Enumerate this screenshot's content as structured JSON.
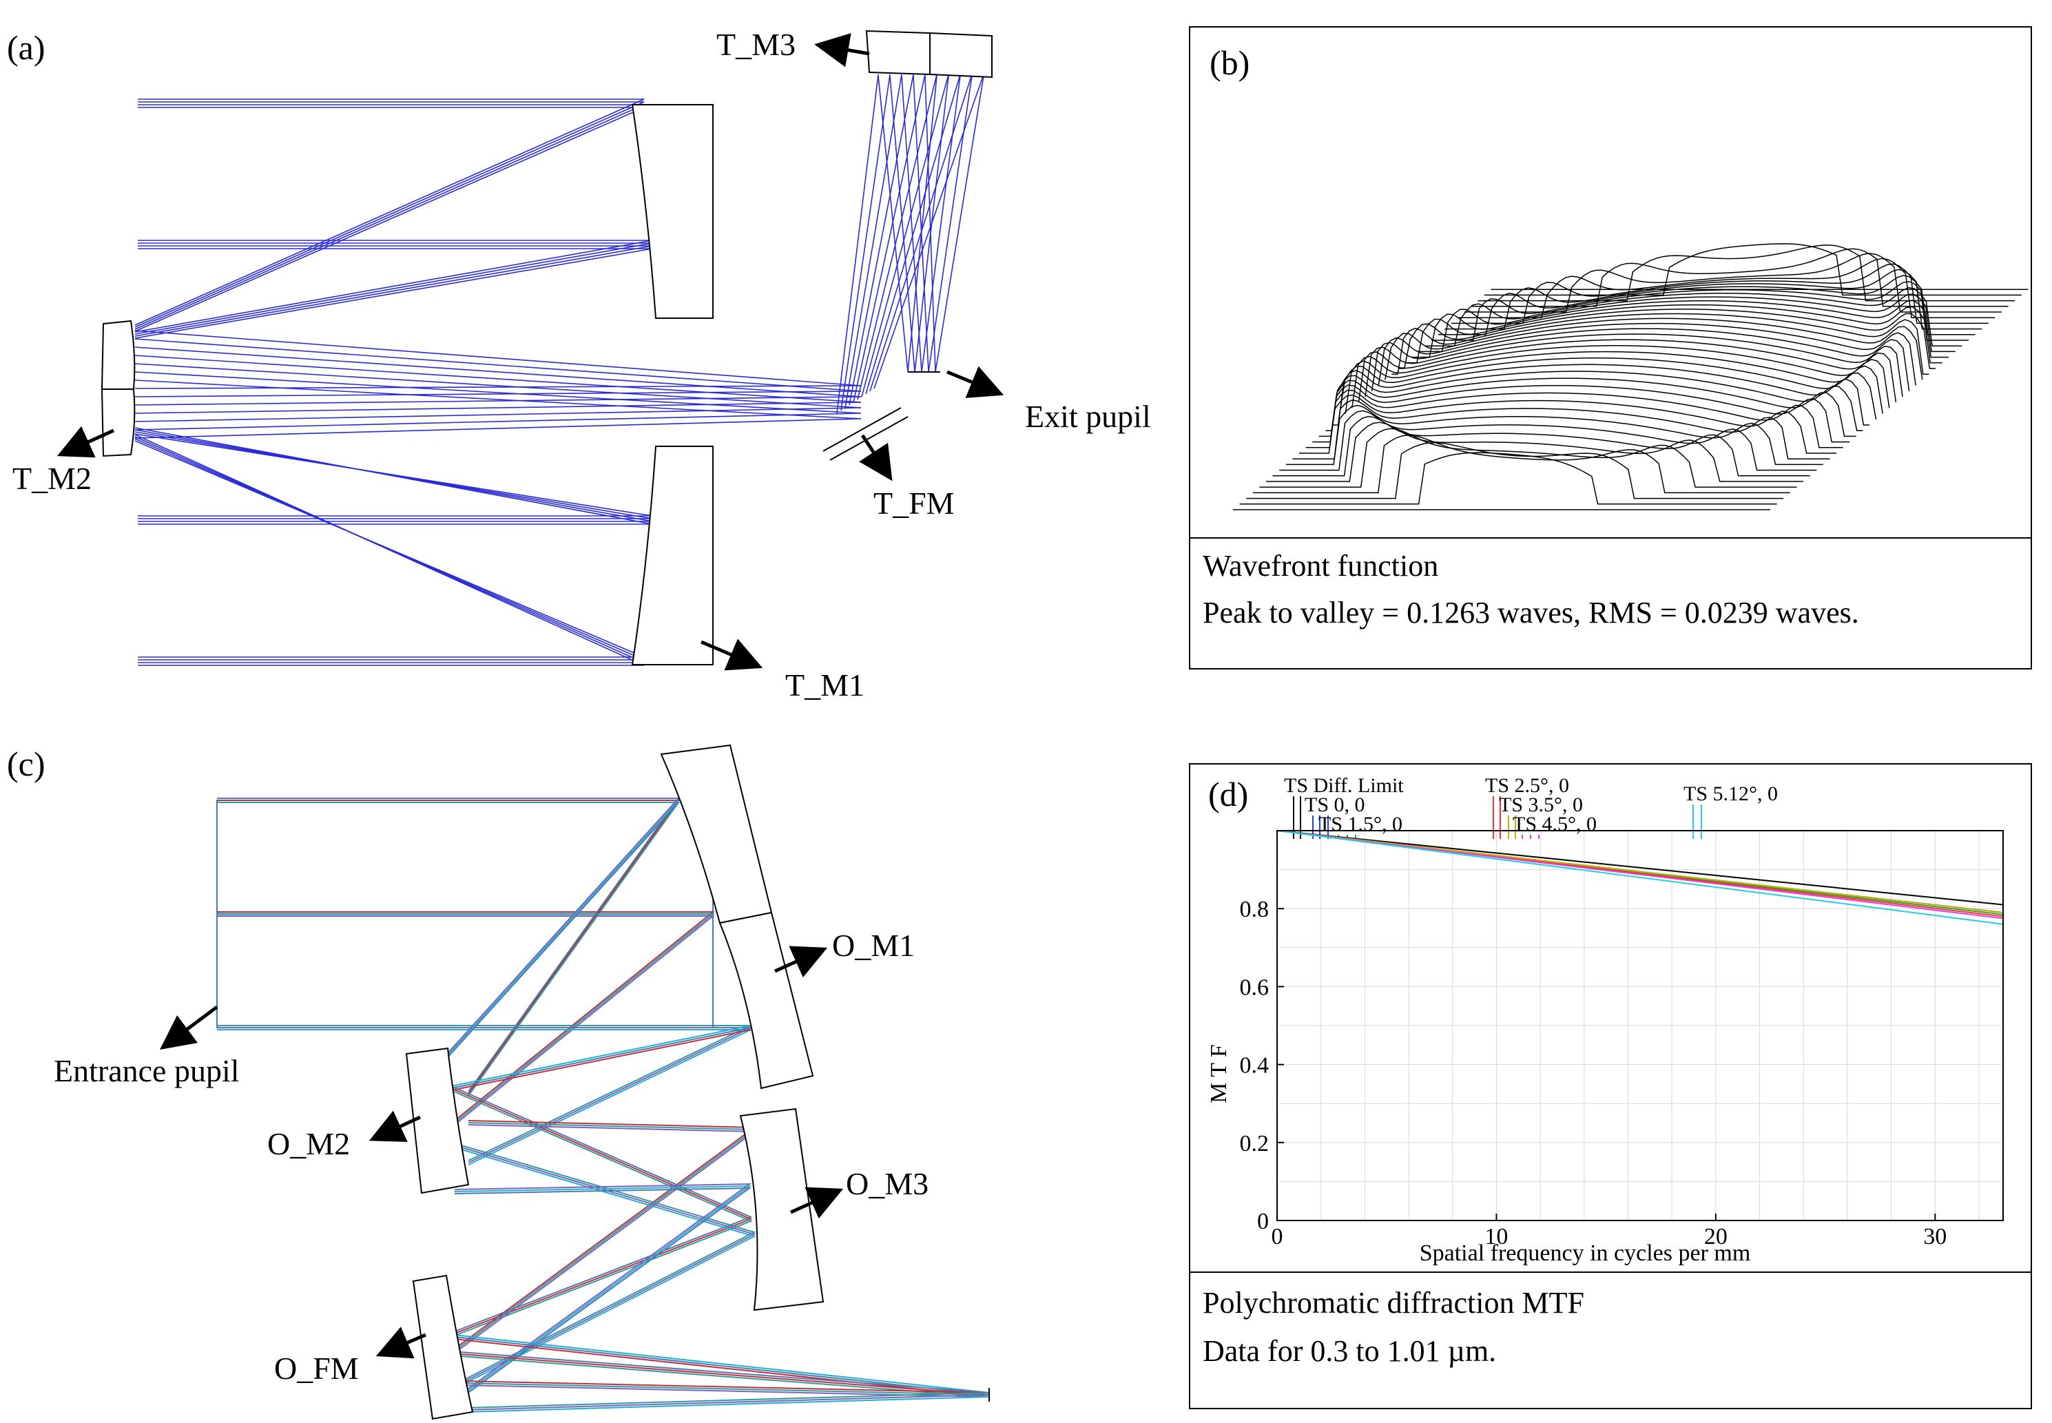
{
  "panel_a": {
    "label": "(a)",
    "components": [
      "T_M1",
      "T_M2",
      "T_M3",
      "T_FM",
      "Exit pupil"
    ]
  },
  "panel_b": {
    "label": "(b)",
    "caption_title": "Wavefront function",
    "caption_stats": "Peak to valley = 0.1263 waves, RMS = 0.0239 waves."
  },
  "panel_c": {
    "label": "(c)",
    "components": [
      "O_M1",
      "O_M2",
      "O_M3",
      "O_FM",
      "Entrance pupil"
    ]
  },
  "panel_d": {
    "label": "(d)",
    "caption_title": "Polychromatic diffraction MTF",
    "caption_range": "Data for 0.3 to 1.01 µm."
  },
  "chart_data": {
    "type": "line",
    "xlabel": "Spatial frequency in cycles per mm",
    "ylabel": "M T F",
    "xlim": [
      0,
      33.1
    ],
    "ylim": [
      0,
      1
    ],
    "xticks": [
      0,
      10,
      20,
      30
    ],
    "yticks": [
      0,
      0.2,
      0.4,
      0.6,
      0.8
    ],
    "grid": true,
    "legend_labels": [
      "TS Diff. Limit",
      "TS 0, 0",
      "TS 1.5°, 0",
      "TS 2.5°, 0",
      "TS 3.5°, 0",
      "TS 4.5°, 0",
      "TS 5.12°, 0"
    ],
    "series": [
      {
        "name": "TS Diff. Limit",
        "color": "#000000",
        "x": [
          0,
          33.1
        ],
        "y": [
          1.0,
          0.81
        ]
      },
      {
        "name": "TS 0, 0",
        "color": "#2040ff",
        "x": [
          0,
          33.1
        ],
        "y": [
          1.0,
          0.79
        ]
      },
      {
        "name": "TS 1.5°, 0",
        "color": "#2ea02e",
        "x": [
          0,
          33.1
        ],
        "y": [
          1.0,
          0.785
        ]
      },
      {
        "name": "TS 2.5°, 0",
        "color": "#ff3030",
        "x": [
          0,
          33.1
        ],
        "y": [
          1.0,
          0.78
        ]
      },
      {
        "name": "TS 3.5°, 0",
        "color": "#c8b400",
        "x": [
          0,
          33.1
        ],
        "y": [
          1.0,
          0.79
        ]
      },
      {
        "name": "TS 4.5°, 0",
        "color": "#e040e0",
        "x": [
          0,
          33.1
        ],
        "y": [
          1.0,
          0.775
        ]
      },
      {
        "name": "TS 5.12°, 0",
        "color": "#20d0e0",
        "x": [
          0,
          33.1
        ],
        "y": [
          1.0,
          0.76
        ]
      }
    ]
  }
}
